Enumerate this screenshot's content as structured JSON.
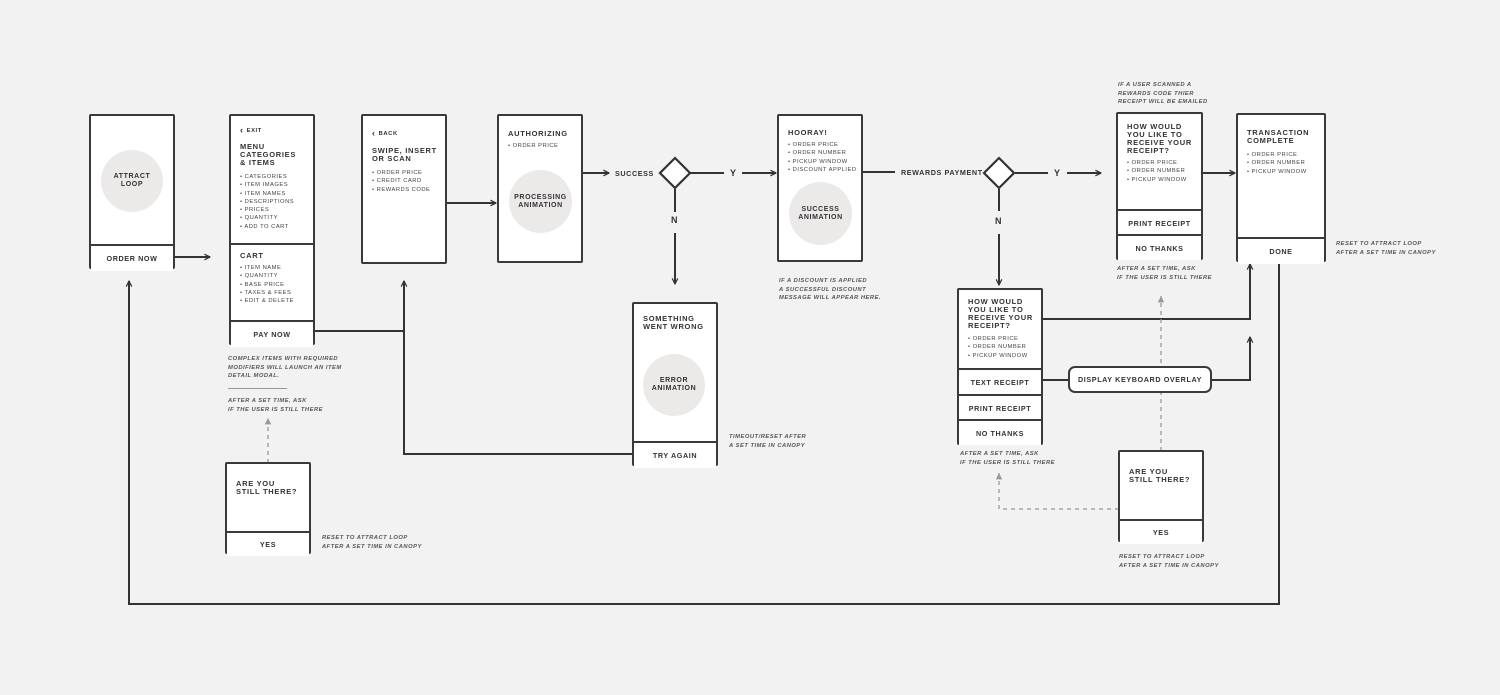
{
  "attract_card": {
    "circle": "ATTRACT\nLOOP",
    "button": "ORDER NOW"
  },
  "menu_card": {
    "back": "EXIT",
    "menu_title": "MENU\nCATEGORIES\n& ITEMS",
    "menu_items": [
      "CATEGORIES",
      "ITEM IMAGES",
      "ITEM NAMES",
      "DESCRIPTIONS",
      "PRICES",
      "QUANTITY",
      "ADD TO CART"
    ],
    "cart_title": "CART",
    "cart_items": [
      "ITEM NAME",
      "QUANTITY",
      "BASE PRICE",
      "TAXES & FEES",
      "EDIT & DELETE"
    ],
    "button": "PAY NOW"
  },
  "swipe_card": {
    "back": "BACK",
    "title": "SWIPE, INSERT\nOR SCAN",
    "items": [
      "ORDER PRICE",
      "CREDIT CARD",
      "REWARDS CODE"
    ]
  },
  "authorizing_card": {
    "title": "AUTHORIZING",
    "items": [
      "ORDER PRICE"
    ],
    "circle": "PROCESSING\nANIMATION"
  },
  "error_card": {
    "title": "SOMETHING\nWENT WRONG",
    "circle": "ERROR\nANIMATION",
    "button": "TRY AGAIN"
  },
  "hooray_card": {
    "title": "HOORAY!",
    "items": [
      "ORDER PRICE",
      "ORDER NUMBER",
      "PICKUP WINDOW",
      "DISCOUNT APPLIED"
    ],
    "circle": "SUCCESS\nANIMATION"
  },
  "receipt_top_card": {
    "title": "HOW WOULD\nYOU LIKE TO\nRECEIVE YOUR\nRECEIPT?",
    "items": [
      "ORDER PRICE",
      "ORDER NUMBER",
      "PICKUP WINDOW"
    ],
    "buttons": [
      "PRINT RECEIPT",
      "NO THANKS"
    ]
  },
  "receipt_bottom_card": {
    "title": "HOW WOULD\nYOU LIKE TO\nRECEIVE YOUR\nRECEIPT?",
    "items": [
      "ORDER PRICE",
      "ORDER NUMBER",
      "PICKUP WINDOW"
    ],
    "buttons": [
      "TEXT RECEIPT",
      "PRINT RECEIPT",
      "NO THANKS"
    ]
  },
  "complete_card": {
    "title": "TRANSACTION\nCOMPLETE",
    "items": [
      "ORDER PRICE",
      "ORDER NUMBER",
      "PICKUP WINDOW"
    ],
    "button": "DONE"
  },
  "still_there_left": {
    "title": "ARE YOU\nSTILL THERE?",
    "button": "YES"
  },
  "still_there_right": {
    "title": "ARE YOU\nSTILL THERE?",
    "button": "YES"
  },
  "keyboard_overlay": "DISPLAY KEYBOARD OVERLAY",
  "labels": {
    "success": "SUCCESS",
    "rewards_payment": "REWARDS PAYMENT",
    "y1": "Y",
    "n1": "N",
    "y2": "Y",
    "n2": "N"
  },
  "notes": {
    "complex_items": "COMPLEX ITEMS WITH REQUIRED\nMODIFIERS WILL LAUNCH AN ITEM\nDETAIL MODAL.",
    "ask_left": "AFTER A SET TIME, ASK\nIF THE USER IS STILL THERE",
    "reset_left": "RESET TO ATTRACT LOOP\nAFTER A SET TIME IN CANOPY",
    "timeout": "TIMEOUT/RESET AFTER\nA SET TIME IN CANOPY",
    "discount": "IF A DISCOUNT IS APPLIED\nA SUCCESSFUL DISCOUNT\nMESSAGE WILL APPEAR HERE.",
    "rewards_email": "IF A USER SCANNED A\nREWARDS CODE THIER\nRECEIPT WILL BE EMAILED",
    "ask_top_right": "AFTER A SET TIME, ASK\nIF THE USER IS STILL THERE",
    "reset_done": "RESET TO ATTRACT LOOP\nAFTER A SET TIME IN CANOPY",
    "ask_bottom": "AFTER A SET TIME, ASK\nIF THE USER IS STILL THERE",
    "reset_right": "RESET TO ATTRACT LOOP\nAFTER A SET TIME IN CANOPY"
  }
}
